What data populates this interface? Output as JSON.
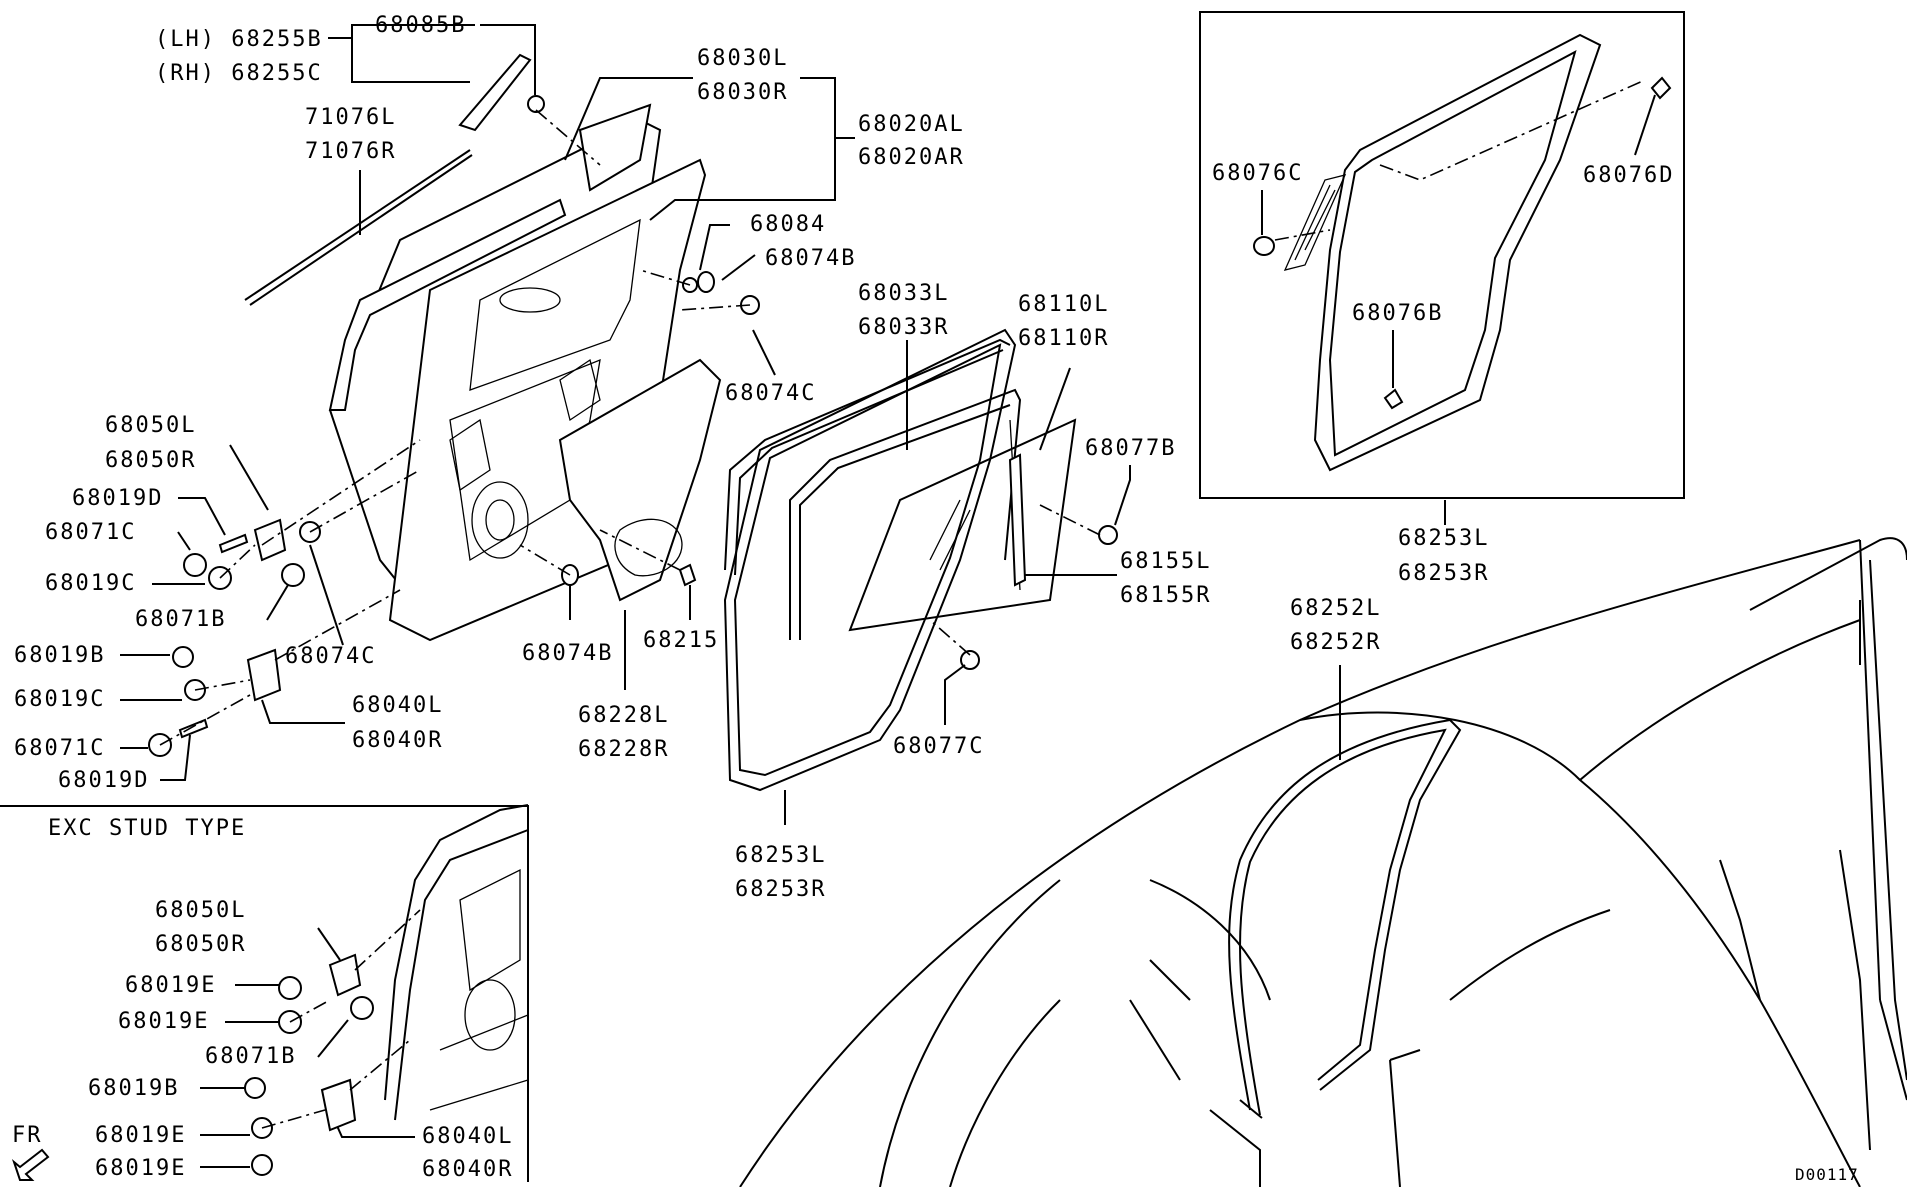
{
  "labels": {
    "p68255b": "(LH) 68255B",
    "p68255c": "(RH) 68255C",
    "p68085b": "68085B",
    "p68030l": "68030L",
    "p68030r": "68030R",
    "p68020al": "68020AL",
    "p68020ar": "68020AR",
    "p71076l": "71076L",
    "p71076r": "71076R",
    "p68084": "68084",
    "p68074b_top": "68074B",
    "p68033l": "68033L",
    "p68033r": "68033R",
    "p68110l": "68110L",
    "p68110r": "68110R",
    "p68074c_top": "68074C",
    "p68050l": "68050L",
    "p68050r": "68050R",
    "p68019d": "68019D",
    "p68071c": "68071C",
    "p68019c": "68019C",
    "p68071b": "68071B",
    "p68074c_mid": "68074C",
    "p68077b": "68077B",
    "p68155l": "68155L",
    "p68155r": "68155R",
    "p68074b_mid": "68074B",
    "p68215": "68215",
    "p68019b": "68019B",
    "p68019c_b": "68019C",
    "p68040l": "68040L",
    "p68040r": "68040R",
    "p68071c_b": "68071C",
    "p68019d_b": "68019D",
    "p68228l": "68228L",
    "p68228r": "68228R",
    "p68077c": "68077C",
    "p68253l_mid": "68253L",
    "p68253r_mid": "68253R",
    "p68076c": "68076C",
    "p68076d": "68076D",
    "p68076b": "68076B",
    "p68253l_box": "68253L",
    "p68253r_box": "68253R",
    "p68252l": "68252L",
    "p68252r": "68252R",
    "exc_title": "EXC STUD TYPE",
    "e68050l": "68050L",
    "e68050r": "68050R",
    "e68019e_1": "68019E",
    "e68019e_2": "68019E",
    "e68071b": "68071B",
    "e68019b": "68019B",
    "e68019e_3": "68019E",
    "e68040l": "68040L",
    "e68019e_4": "68019E",
    "e68040r": "68040R",
    "fr": "FR",
    "diagram_id": "D00117"
  }
}
